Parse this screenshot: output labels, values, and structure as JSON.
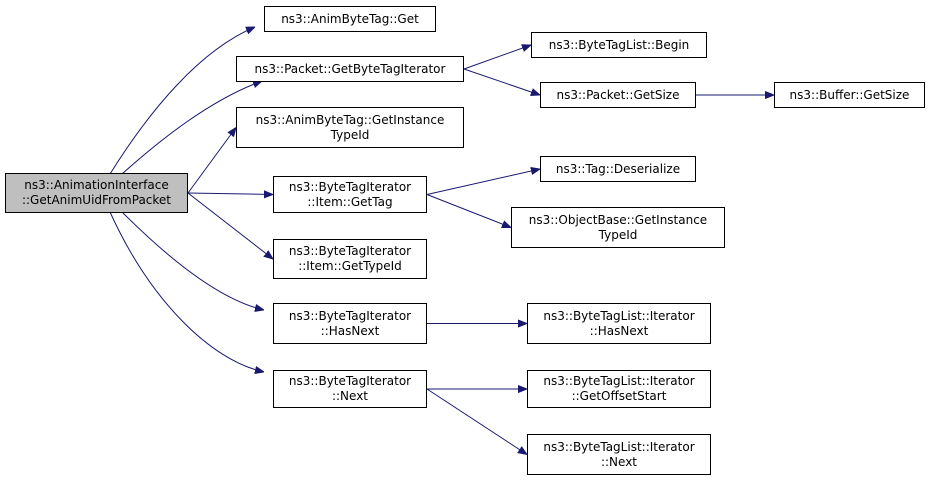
{
  "colors": {
    "edge": "#191970",
    "root_fill": "#bfbfbf",
    "node_fill": "#ffffff",
    "border": "#000000"
  },
  "nodes": [
    {
      "id": "root",
      "lines": [
        "ns3::AnimationInterface",
        "::GetAnimUidFromPacket"
      ],
      "link": false
    },
    {
      "id": "anim_get",
      "lines": [
        "ns3::AnimByteTag::Get"
      ],
      "link": true
    },
    {
      "id": "pkt_gbti",
      "lines": [
        "ns3::Packet::GetByteTagIterator"
      ],
      "link": true
    },
    {
      "id": "anim_tid",
      "lines": [
        "ns3::AnimByteTag::GetInstance",
        "TypeId"
      ],
      "link": true
    },
    {
      "id": "bti_gettag",
      "lines": [
        "ns3::ByteTagIterator",
        "::Item::GetTag"
      ],
      "link": true
    },
    {
      "id": "bti_typeid",
      "lines": [
        "ns3::ByteTagIterator",
        "::Item::GetTypeId"
      ],
      "link": true
    },
    {
      "id": "bti_hasnext",
      "lines": [
        "ns3::ByteTagIterator",
        "::HasNext"
      ],
      "link": true
    },
    {
      "id": "bti_next",
      "lines": [
        "ns3::ByteTagIterator",
        "::Next"
      ],
      "link": true
    },
    {
      "id": "btl_begin",
      "lines": [
        "ns3::ByteTagList::Begin"
      ],
      "link": true
    },
    {
      "id": "pkt_size",
      "lines": [
        "ns3::Packet::GetSize"
      ],
      "link": true
    },
    {
      "id": "buf_size",
      "lines": [
        "ns3::Buffer::GetSize"
      ],
      "link": true
    },
    {
      "id": "tag_deser",
      "lines": [
        "ns3::Tag::Deserialize"
      ],
      "link": true
    },
    {
      "id": "ob_tid",
      "lines": [
        "ns3::ObjectBase::GetInstance",
        "TypeId"
      ],
      "link": true
    },
    {
      "id": "btli_hasnext",
      "lines": [
        "ns3::ByteTagList::Iterator",
        "::HasNext"
      ],
      "link": true
    },
    {
      "id": "btli_offset",
      "lines": [
        "ns3::ByteTagList::Iterator",
        "::GetOffsetStart"
      ],
      "link": true
    },
    {
      "id": "btli_next",
      "lines": [
        "ns3::ByteTagList::Iterator",
        "::Next"
      ],
      "link": true
    }
  ],
  "edges": [
    [
      "root",
      "anim_get"
    ],
    [
      "root",
      "pkt_gbti"
    ],
    [
      "root",
      "anim_tid"
    ],
    [
      "root",
      "bti_gettag"
    ],
    [
      "root",
      "bti_typeid"
    ],
    [
      "root",
      "bti_hasnext"
    ],
    [
      "root",
      "bti_next"
    ],
    [
      "pkt_gbti",
      "btl_begin"
    ],
    [
      "pkt_gbti",
      "pkt_size"
    ],
    [
      "pkt_size",
      "buf_size"
    ],
    [
      "bti_gettag",
      "tag_deser"
    ],
    [
      "bti_gettag",
      "ob_tid"
    ],
    [
      "bti_hasnext",
      "btli_hasnext"
    ],
    [
      "bti_next",
      "btli_offset"
    ],
    [
      "bti_next",
      "btli_next"
    ]
  ]
}
